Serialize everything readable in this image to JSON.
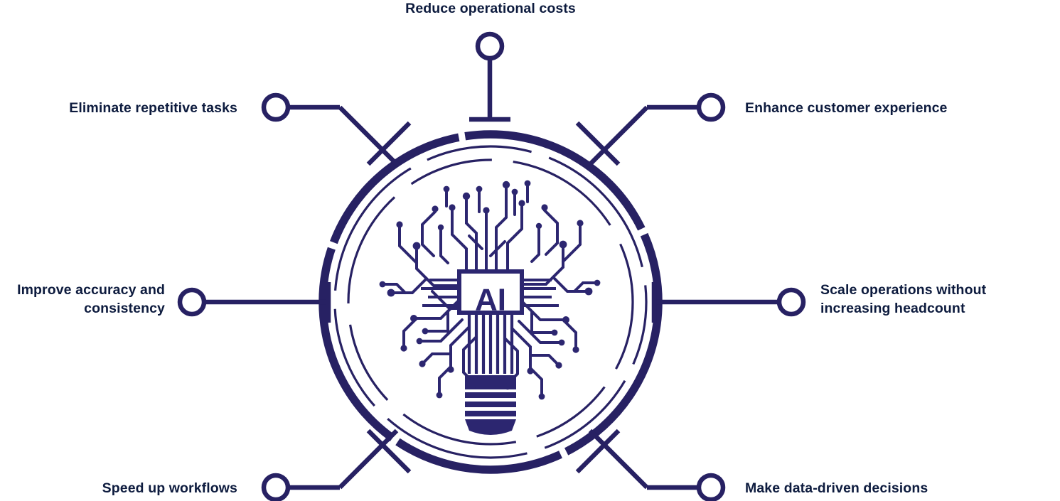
{
  "diagram": {
    "center": {
      "icon_name": "ai-lightbulb-circuit-icon",
      "chip_text": "AI"
    },
    "rings": {
      "outer_color": "#272163",
      "inner_color": "#272163"
    },
    "colors": {
      "text": "#0d1b3e",
      "line": "#272163",
      "background": "#ffffff"
    },
    "nodes": [
      {
        "id": "top",
        "label": "Reduce operational costs"
      },
      {
        "id": "top-left",
        "label": "Eliminate repetitive tasks"
      },
      {
        "id": "top-right",
        "label": "Enhance customer experience"
      },
      {
        "id": "left",
        "label": "Improve accuracy and\nconsistency"
      },
      {
        "id": "right",
        "label": "Scale operations without\nincreasing headcount"
      },
      {
        "id": "bottom-left",
        "label": "Speed up workflows"
      },
      {
        "id": "bottom-right",
        "label": "Make data-driven decisions"
      }
    ]
  }
}
